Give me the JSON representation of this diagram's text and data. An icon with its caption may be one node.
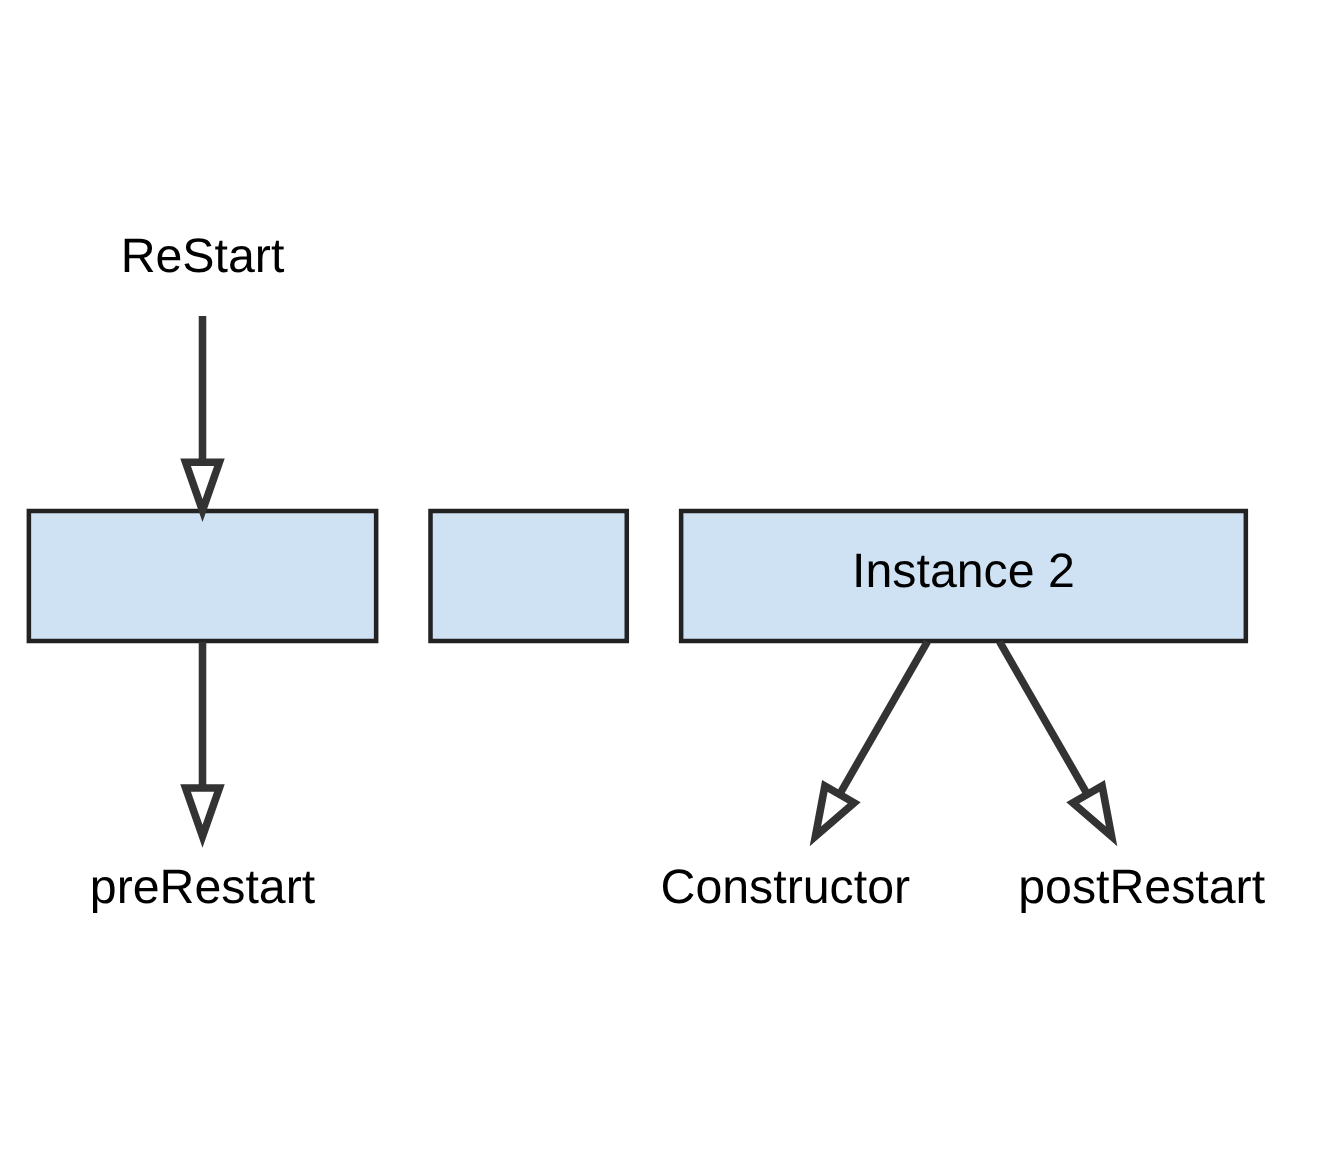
{
  "diagram": {
    "nodes": [
      {
        "text": [
          "ReStart"
        ]
      },
      {
        "text": [],
        "shape": "bar"
      },
      {
        "text": [],
        "shape": "bar"
      },
      {
        "text": [
          "Instance 2"
        ]
      },
      {
        "text": [
          "preRestart"
        ]
      },
      {
        "text": [
          "Constructor"
        ]
      },
      {
        "text": [
          "postRestart"
        ]
      }
    ],
    "edges": [
      {
        "from": 0,
        "to": 1,
        "arrow": "to"
      },
      {
        "from": 1,
        "to": 4,
        "arrow": "to"
      },
      {
        "from": 3,
        "to": 5,
        "arrow": "to"
      },
      {
        "from": 3,
        "to": 6,
        "arrow": "to"
      }
    ]
  }
}
